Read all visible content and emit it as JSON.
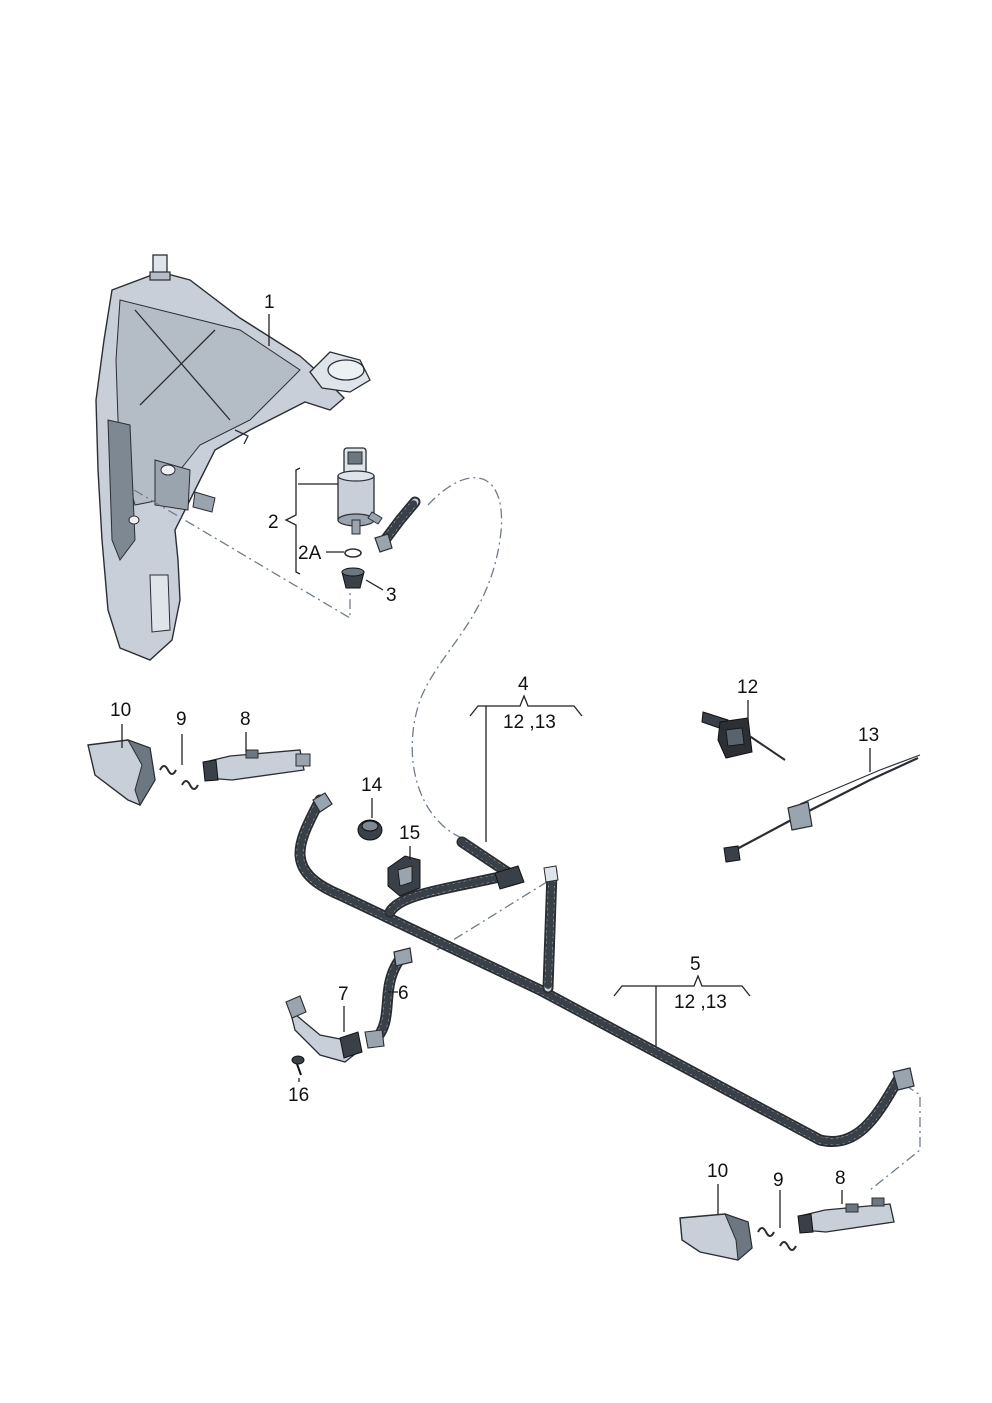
{
  "callouts": {
    "c1": "1",
    "c2": "2",
    "c2a": "2A",
    "c3": "3",
    "c4": "4",
    "c4_sub": "12 ,13",
    "c5": "5",
    "c5_sub": "12 ,13",
    "c6": "6",
    "c7": "7",
    "c8_left": "8",
    "c9_left": "9",
    "c10_left": "10",
    "c8_right": "8",
    "c9_right": "9",
    "c10_right": "10",
    "c12": "12",
    "c13": "13",
    "c14": "14",
    "c15": "15",
    "c16": "16"
  },
  "colors": {
    "part_fill": "#c8cfd8",
    "outline": "#2a2e33",
    "dash_line": "#6f7c8a"
  }
}
